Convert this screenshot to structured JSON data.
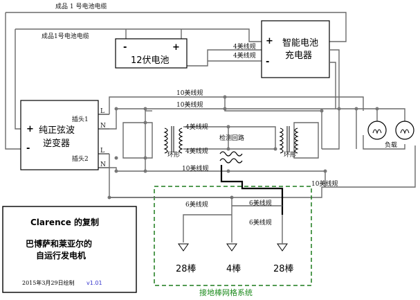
{
  "labels": {
    "top_cable": "成品 1 号电池电缆",
    "second_cable": "成品1号电池电缆",
    "battery": "12伏电池",
    "charger_line1": "智能电池",
    "charger_line2": "充电器",
    "wire_4awg_1": "4美线规",
    "wire_4awg_2": "4美线规",
    "wire_10awg_1": "10美线规",
    "wire_10awg_2": "10美线规",
    "wire_10awg_3": "10美线规",
    "wire_10awg_4": "10美线规",
    "wire_4awg_3": "4美线规",
    "wire_4awg_4": "4美线规",
    "inverter_line1": "纯正弦波",
    "inverter_line2": "逆变器",
    "plug1": "插头1",
    "plug2": "插头2",
    "L1": "L",
    "N1": "N",
    "L2": "L",
    "N2": "N",
    "detect_loop": "检测回路",
    "toroid1": "环形",
    "toroid2": "环形",
    "load": "负载",
    "wire_6awg_1": "6美线规",
    "wire_6awg_2": "6美线规",
    "wire_6awg_3": "6美线规",
    "rod1": "28棒",
    "rod2": "4棒",
    "rod3": "28棒",
    "ground_system": "接地棒网格系统",
    "plus": "+",
    "minus": "-"
  },
  "credit": {
    "line1": "Clarence 的复制",
    "line2": "巴博萨和莱亚尔的",
    "line3": "自运行发电机",
    "date": "2015年3月29日绘制",
    "version": "v1.01"
  },
  "colors": {
    "wire": "#6a6a6a",
    "ground_border": "#1a7a1a",
    "ground_text": "#1a8a1a",
    "version": "#3333cc"
  }
}
